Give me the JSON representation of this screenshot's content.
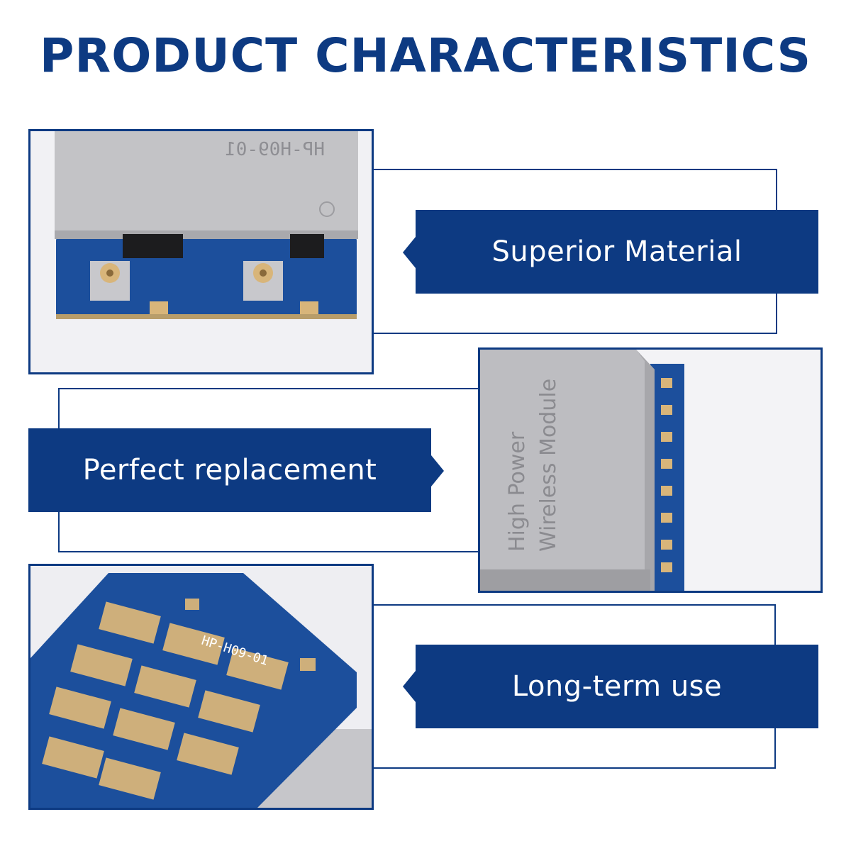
{
  "header": {
    "title": "PRODUCT CHARACTERISTICS"
  },
  "features": [
    {
      "label": "Superior Material"
    },
    {
      "label": "Perfect replacement"
    },
    {
      "label": "Long-term use"
    }
  ],
  "photos": {
    "shield_marking": "HP-H09-01",
    "module_text_line1": "High Power",
    "module_text_line2": "Wireless Module",
    "pcb_marking": "HP-H09-01"
  },
  "colors": {
    "brand_blue": "#0d3a82",
    "pcb_blue": "#1c4f9c",
    "shield_silver": "#c3c3c6",
    "gold_pad": "#d8b57a"
  }
}
